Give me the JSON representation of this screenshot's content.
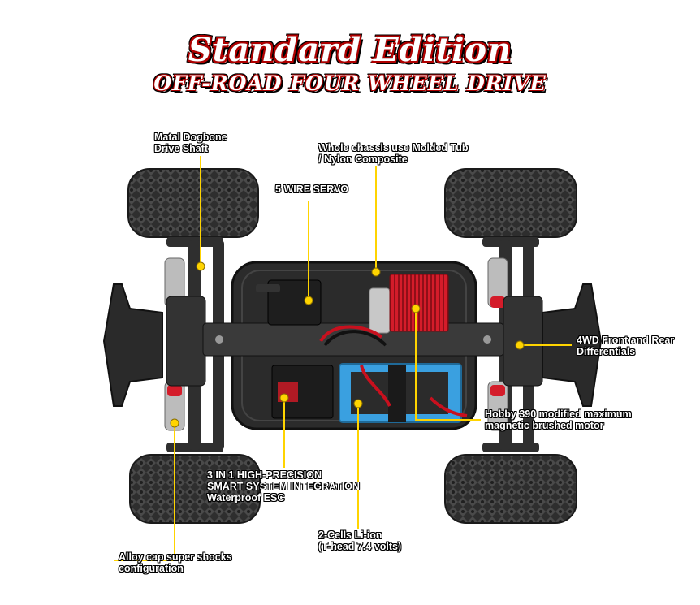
{
  "header": {
    "title": "Standard Edition",
    "subtitle": "OFF-ROAD FOUR WHEEL DRIVE"
  },
  "callouts": {
    "dogbone": [
      "Matal Dogbone",
      "Drive Shaft"
    ],
    "chassis": [
      "Whole chassis use Molded Tub",
      "/ Nylon Composite"
    ],
    "servo": [
      "5 WIRE SERVO"
    ],
    "differentials": [
      "4WD Front and Rear",
      "Differentials"
    ],
    "motor": [
      "Hobby 390 modified maximum",
      "magnetic brushed motor"
    ],
    "esc": [
      "3 IN 1 HIGH-PRECISION",
      "SMART SYSTEM INTEGRATION",
      "Waterproof ESC"
    ],
    "battery": [
      "2-Cells  Li-ion",
      "(T-head 7.4 volts)"
    ],
    "shocks": [
      "Alloy cap super shocks",
      "configuration"
    ]
  },
  "colors": {
    "accent_yellow": "#ffd400",
    "title_red": "#c00000",
    "motor_red": "#d41c2a",
    "battery_blue": "#3aa0e0",
    "chassis_black": "#2b2b2b"
  }
}
